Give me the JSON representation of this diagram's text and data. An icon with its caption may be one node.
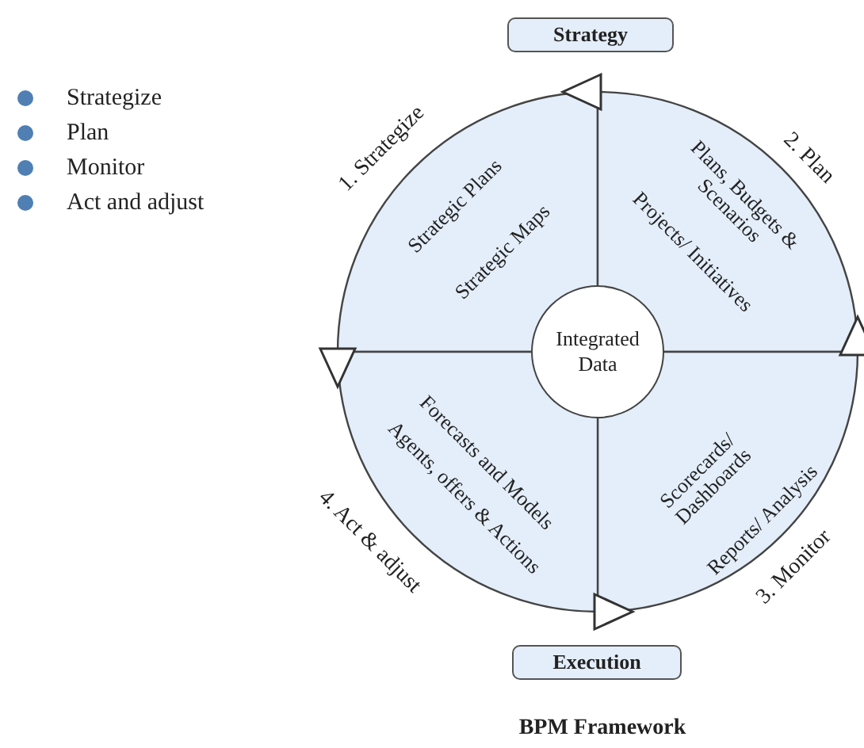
{
  "diagram": {
    "caption": "BPM Framework",
    "nodes": [
      {
        "text": [
          "Strategy"
        ]
      },
      {
        "text": [
          "Strategic Plans",
          "Strategic Maps"
        ],
        "beside": [
          "1. Strategize"
        ]
      },
      {
        "text": [
          "Plans, Budgets & Scenarios",
          "Projects/ Initiatives"
        ],
        "beside": [
          "2. Plan"
        ]
      },
      {
        "text": [
          "Scorecards/ Dashboards",
          "Reports/ Analysis"
        ],
        "beside": [
          "3. Monitor"
        ]
      },
      {
        "text": [
          "Forecasts and Models",
          "Agents, offers & Actions"
        ],
        "beside": [
          "4. Act & adjust"
        ]
      },
      {
        "text": [
          "Integrated Data"
        ]
      },
      {
        "text": [
          "Execution"
        ]
      }
    ],
    "edges": [
      {
        "from": 2,
        "to": 1,
        "arrow": "to"
      },
      {
        "from": 1,
        "to": 4,
        "arrow": "to"
      },
      {
        "from": 4,
        "to": 3,
        "arrow": "to"
      },
      {
        "from": 3,
        "to": 2,
        "arrow": "to"
      }
    ],
    "labels": [
      "Strategize",
      "Plan",
      "Monitor",
      "Act and adjust"
    ]
  }
}
